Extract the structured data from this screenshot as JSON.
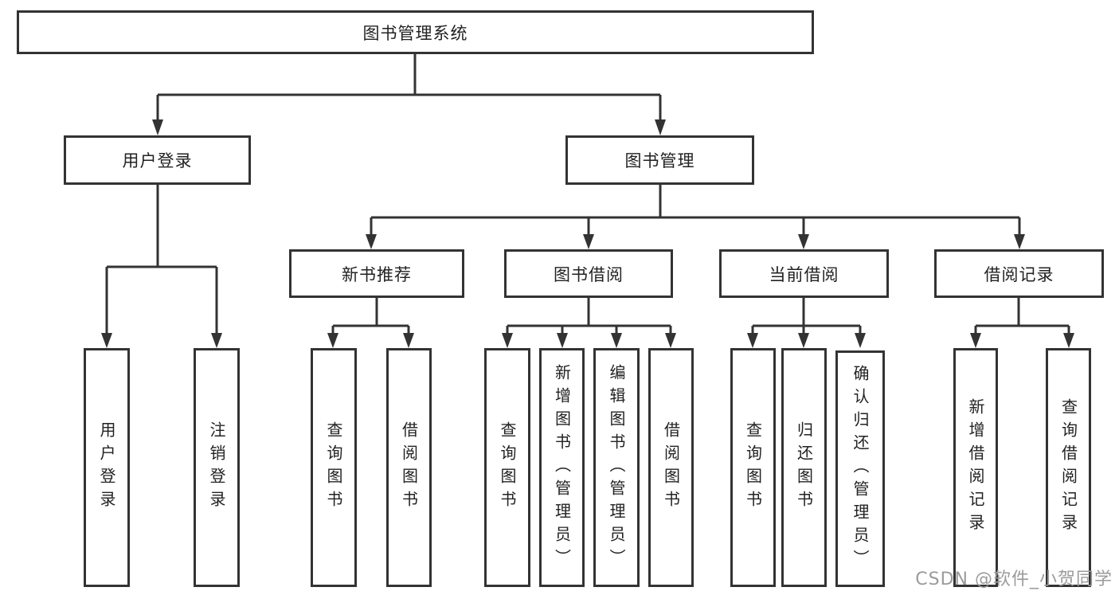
{
  "diagram": {
    "title": "图书管理系统",
    "level2": [
      {
        "label": "用户登录",
        "children": [
          {
            "label": "用户登录"
          },
          {
            "label": "注销登录"
          }
        ]
      },
      {
        "label": "图书管理",
        "children": [
          {
            "label": "新书推荐",
            "children": [
              {
                "label": "查询图书"
              },
              {
                "label": "借阅图书"
              }
            ]
          },
          {
            "label": "图书借阅",
            "children": [
              {
                "label": "查询图书"
              },
              {
                "label": "新增图书（管理员）"
              },
              {
                "label": "编辑图书（管理员）"
              },
              {
                "label": "借阅图书"
              }
            ]
          },
          {
            "label": "当前借阅",
            "children": [
              {
                "label": "查询图书"
              },
              {
                "label": "归还图书"
              },
              {
                "label": "确认归还（管理员）"
              }
            ]
          },
          {
            "label": "借阅记录",
            "children": [
              {
                "label": "新增借阅记录"
              },
              {
                "label": "查询借阅记录"
              }
            ]
          }
        ]
      }
    ]
  },
  "watermark": {
    "text": "CSDN @软件_小贺同学"
  },
  "colors": {
    "line": "#333333",
    "text": "#222222",
    "watermark": "#9b9b9b",
    "box-bg": "#ffffff",
    "page-bg": "#ffffff"
  }
}
